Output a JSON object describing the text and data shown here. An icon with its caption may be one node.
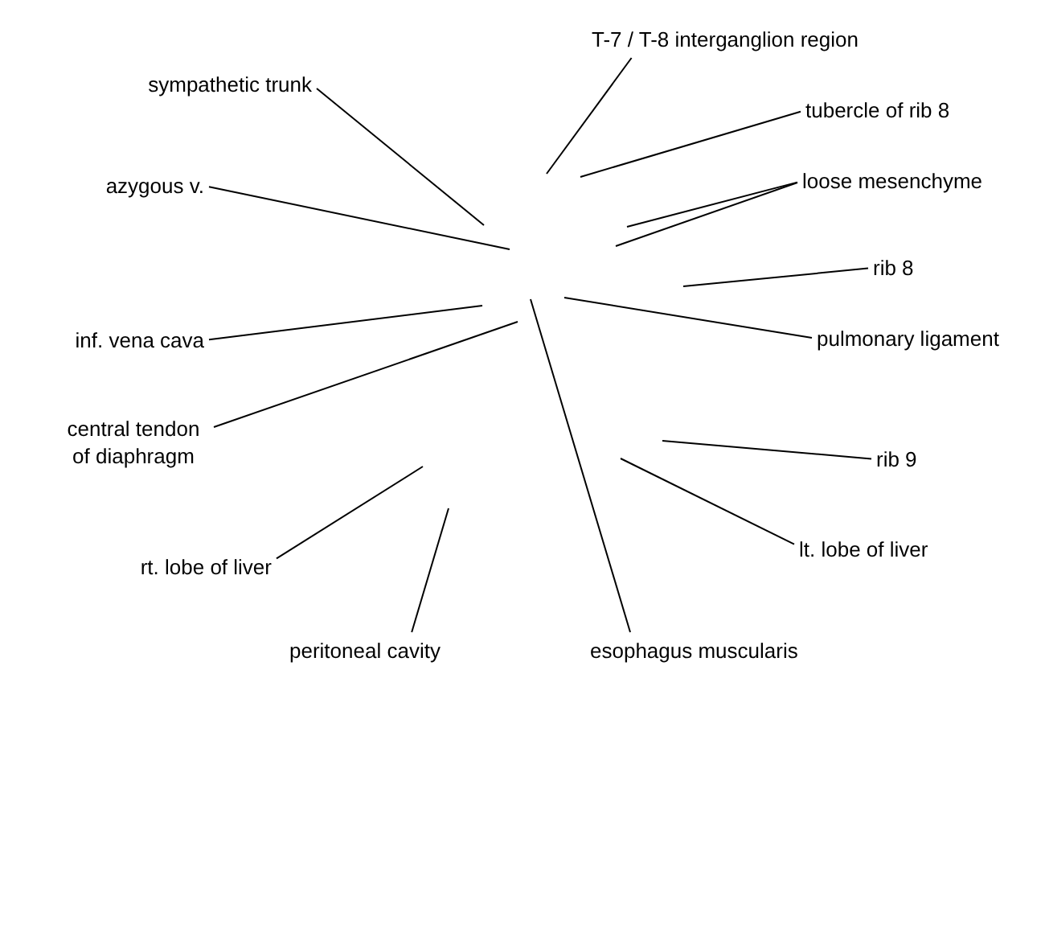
{
  "diagram": {
    "nodes": [
      {
        "text": [
          "T-7 / T-8 interganglion region"
        ]
      },
      {
        "text": [
          "sympathetic trunk"
        ]
      },
      {
        "text": [
          "tubercle of rib 8"
        ]
      },
      {
        "text": [
          "loose mesenchyme"
        ]
      },
      {
        "text": [
          "azygous v."
        ]
      },
      {
        "text": [
          "rib 8"
        ]
      },
      {
        "text": [
          "inf. vena cava"
        ]
      },
      {
        "text": [
          "pulmonary ligament"
        ]
      },
      {
        "text": [
          "central tendon of diaphragm"
        ]
      },
      {
        "text": [
          "rib 9"
        ]
      },
      {
        "text": [
          "lt. lobe of liver"
        ]
      },
      {
        "text": [
          "rt. lobe of liver"
        ]
      },
      {
        "text": [
          "peritoneal cavity"
        ]
      },
      {
        "text": [
          "esophagus muscularis"
        ]
      }
    ],
    "edges": [
      {
        "from": 0,
        "to": null,
        "arrow": "none"
      },
      {
        "from": 1,
        "to": null,
        "arrow": "none"
      },
      {
        "from": 2,
        "to": null,
        "arrow": "none"
      },
      {
        "from": 3,
        "to": null,
        "arrow": "none"
      },
      {
        "from": 3,
        "to": null,
        "arrow": "none"
      },
      {
        "from": 4,
        "to": null,
        "arrow": "none"
      },
      {
        "from": 5,
        "to": null,
        "arrow": "none"
      },
      {
        "from": 6,
        "to": null,
        "arrow": "none"
      },
      {
        "from": 7,
        "to": null,
        "arrow": "none"
      },
      {
        "from": 8,
        "to": null,
        "arrow": "none"
      },
      {
        "from": 9,
        "to": null,
        "arrow": "none"
      },
      {
        "from": 10,
        "to": null,
        "arrow": "none"
      },
      {
        "from": 11,
        "to": null,
        "arrow": "none"
      },
      {
        "from": 12,
        "to": null,
        "arrow": "none"
      },
      {
        "from": 13,
        "to": null,
        "arrow": "none"
      }
    ]
  }
}
